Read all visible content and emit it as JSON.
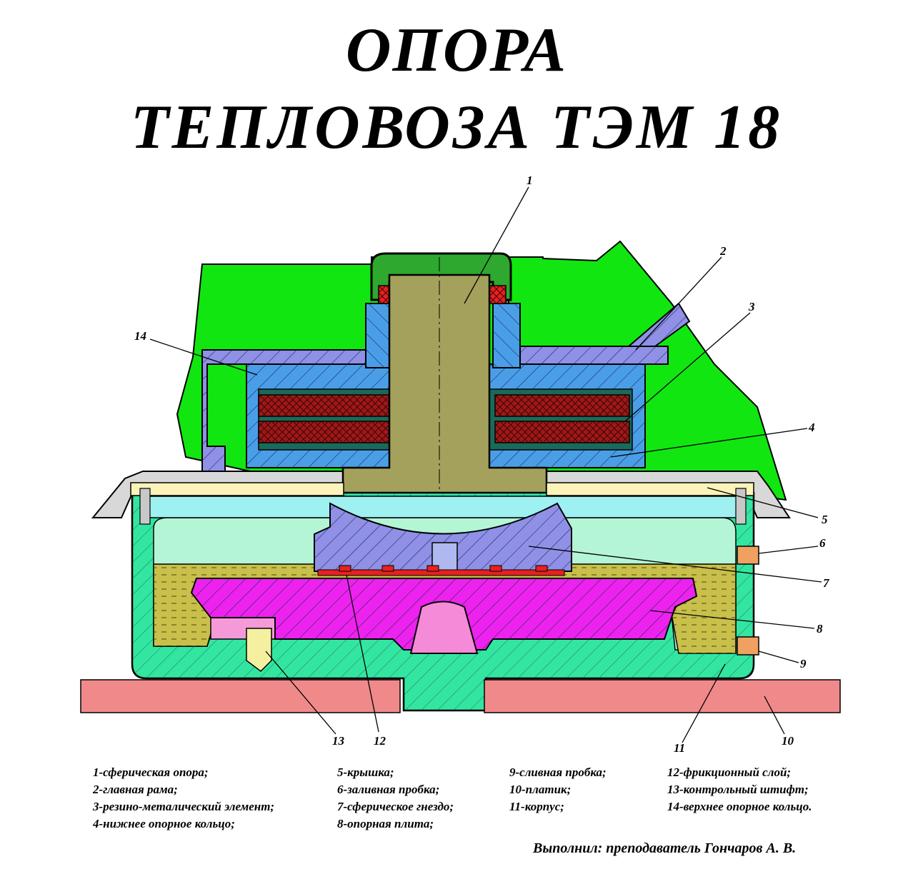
{
  "title": {
    "line1": "ОПОРА",
    "line2": "ТЕПЛОВОЗА  ТЭМ 18"
  },
  "callouts": [
    "1",
    "2",
    "3",
    "4",
    "5",
    "6",
    "7",
    "8",
    "9",
    "10",
    "11",
    "12",
    "13",
    "14"
  ],
  "legend": {
    "col1": [
      "1-сферическая опора;",
      "2-главная рама;",
      "3-резино-металический элемент;",
      "4-нижнее опорное кольцо;"
    ],
    "col2": [
      "5-крышка;",
      "6-заливная пробка;",
      "7-сферическое гнездо;",
      "8-опорная плита;"
    ],
    "col3": [
      "9-сливная пробка;",
      "10-платик;",
      "11-корпус;"
    ],
    "col4": [
      "12-фрикционный слой;",
      "13-контрольный штифт;",
      "14-верхнее опорное кольцо."
    ]
  },
  "author": "Выполнил: преподаватель Гончаров А. В.",
  "colors": {
    "frame_green": "#11e611",
    "sphere_olive": "#a3a15c",
    "blue_ring": "#4a9ee8",
    "lavender": "#8f90e6",
    "rubber_red": "#a01818",
    "magenta_plate": "#ee22ee",
    "body_mint": "#33e6a0",
    "oil_olive": "#c8c04a",
    "cover_cream": "#fbf3b8",
    "platik_pink": "#f08a8a",
    "plug_orange": "#f0a060",
    "friction_red": "#e82020"
  }
}
